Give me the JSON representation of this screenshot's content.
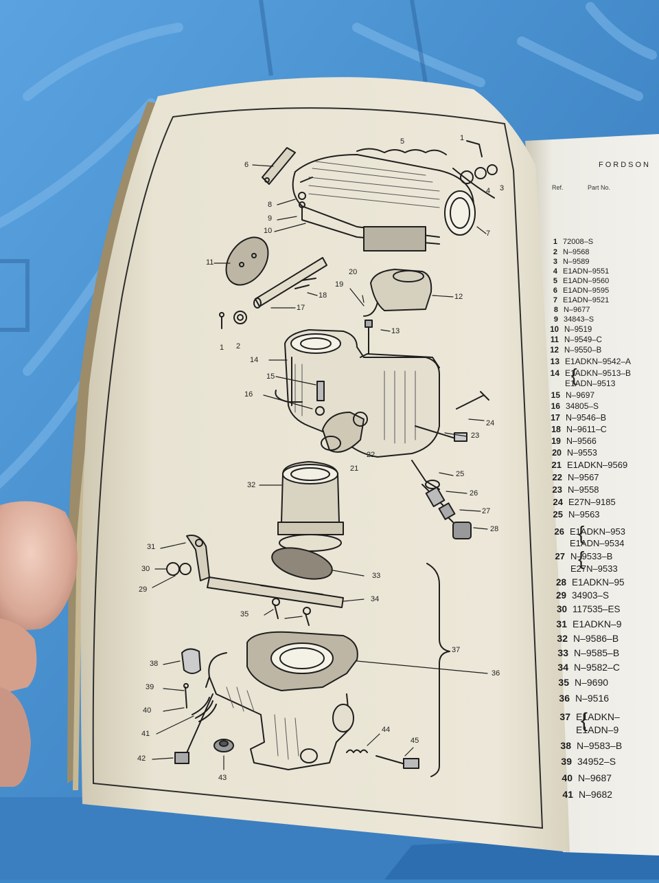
{
  "page_header": {
    "brand": "FORDSON",
    "col_ref": "Ref.",
    "col_part": "Part No."
  },
  "diagram_labels": [
    "1",
    "2",
    "3",
    "4",
    "5",
    "6",
    "7",
    "8",
    "9",
    "10",
    "11",
    "12",
    "13",
    "14",
    "15",
    "16",
    "17",
    "18",
    "19",
    "20",
    "21",
    "22",
    "23",
    "24",
    "25",
    "26",
    "27",
    "28",
    "29",
    "30",
    "31",
    "32",
    "33",
    "34",
    "35",
    "36",
    "37",
    "38",
    "39",
    "40",
    "41",
    "42",
    "43",
    "44",
    "45"
  ],
  "parts": [
    {
      "ref": "1",
      "part": "72008–S"
    },
    {
      "ref": "2",
      "part": "N–9568"
    },
    {
      "ref": "3",
      "part": "N–9589"
    },
    {
      "ref": "4",
      "part": "E1ADN–9551"
    },
    {
      "ref": "5",
      "part": "E1ADN–9560"
    },
    {
      "ref": "6",
      "part": "E1ADN–9595"
    },
    {
      "ref": "7",
      "part": "E1ADN–9521"
    },
    {
      "ref": "8",
      "part": "N–9677"
    },
    {
      "ref": "9",
      "part": "34843–S"
    },
    {
      "ref": "10",
      "part": "N–9519"
    },
    {
      "ref": "11",
      "part": "N–9549–C"
    },
    {
      "ref": "12",
      "part": "N–9550–B"
    },
    {
      "ref": "13",
      "part": "E1ADKN–9542–A"
    },
    {
      "ref": "14",
      "part": "E1ADKN–9513–B"
    },
    {
      "ref": "",
      "part": "E1ADN–9513"
    },
    {
      "ref": "15",
      "part": "N–9697"
    },
    {
      "ref": "16",
      "part": "34805–S"
    },
    {
      "ref": "17",
      "part": "N–9546–B"
    },
    {
      "ref": "18",
      "part": "N–9611–C"
    },
    {
      "ref": "19",
      "part": "N–9566"
    },
    {
      "ref": "20",
      "part": "N–9553"
    },
    {
      "ref": "21",
      "part": "E1ADKN–9569"
    },
    {
      "ref": "22",
      "part": "N–9567"
    },
    {
      "ref": "23",
      "part": "N–9558"
    },
    {
      "ref": "24",
      "part": "E27N–9185"
    },
    {
      "ref": "25",
      "part": "N–9563"
    },
    {
      "ref": "26",
      "part": "E1ADKN–953"
    },
    {
      "ref": "",
      "part": "E1ADN–9534"
    },
    {
      "ref": "27",
      "part": "N–9533–B"
    },
    {
      "ref": "",
      "part": "E27N–9533"
    },
    {
      "ref": "28",
      "part": "E1ADKN–95"
    },
    {
      "ref": "29",
      "part": "34903–S"
    },
    {
      "ref": "30",
      "part": "117535–ES"
    },
    {
      "ref": "31",
      "part": "E1ADKN–9"
    },
    {
      "ref": "32",
      "part": "N–9586–B"
    },
    {
      "ref": "33",
      "part": "N–9585–B"
    },
    {
      "ref": "34",
      "part": "N–9582–C"
    },
    {
      "ref": "35",
      "part": "N–9690"
    },
    {
      "ref": "36",
      "part": "N–9516"
    },
    {
      "ref": "37",
      "part": "E1ADKN–"
    },
    {
      "ref": "",
      "part": "E1ADN–9"
    },
    {
      "ref": "38",
      "part": "N–9583–B"
    },
    {
      "ref": "39",
      "part": "34952–S"
    },
    {
      "ref": "40",
      "part": "N–9687"
    },
    {
      "ref": "41",
      "part": "N–9682"
    }
  ]
}
